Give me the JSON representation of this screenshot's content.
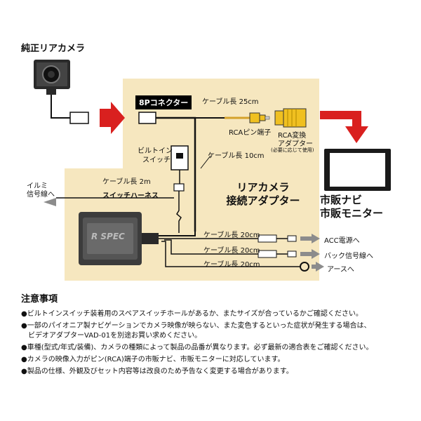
{
  "labels": {
    "camera_title": "純正リアカメラ",
    "connector": "8Pコネクター",
    "cable_25": "ケーブル長 25cm",
    "rca_pin": "RCAピン端子",
    "rca_adapter_line1": "RCA変換",
    "rca_adapter_line2": "アダプター",
    "rca_adapter_note": "(必要に応じて使用)",
    "builtin_switch_line1": "ビルトイン",
    "builtin_switch_line2": "スイッチ",
    "cable_10": "ケーブル長 10cm",
    "illumi_line1": "イルミ",
    "illumi_line2": "信号線へ",
    "cable_2m": "ケーブル長 2m",
    "switch_harness": "スイッチハーネス",
    "adapter_title_line1": "リアカメラ",
    "adapter_title_line2": "接続アダプター",
    "rspec": "R SPEC",
    "cable_20_a": "ケーブル長 20cm",
    "cable_20_b": "ケーブル長 20cm",
    "cable_20_c": "ケーブル長 20cm",
    "acc": "ACC電源へ",
    "back_signal": "バック信号線へ",
    "earth": "アースへ",
    "navi_line1": "市販ナビ",
    "navi_line2": "市販モニター"
  },
  "notes": {
    "title": "注意事項",
    "items": [
      "●ビルトインスイッチ装着用のスペアスイッチホールがあるか、またサイズが合っているかご確認ください。",
      "●一部のパイオニア製ナビゲーションでカメラ映像が映らない、また変色するといった症状が発生する場合は、",
      "　ビデオアダプターVAD-01を別途お買い求めください。",
      "●車種(型式/年式/装備)、カメラの種類によって製品の品番が異なります。必ず最新の適合表をご確認ください。",
      "●カメラの映像入力がピン(RCA)端子の市販ナビ、市販モニターに対応しています。",
      "●製品の仕様、外観及びセット内容等は改良のため予告なく変更する場合があります。"
    ]
  },
  "colors": {
    "panel": "#f6e7bf",
    "arrow_red": "#d9201f",
    "arrow_grey": "#8c8c8c",
    "rca_yellow": "#f0c020"
  }
}
